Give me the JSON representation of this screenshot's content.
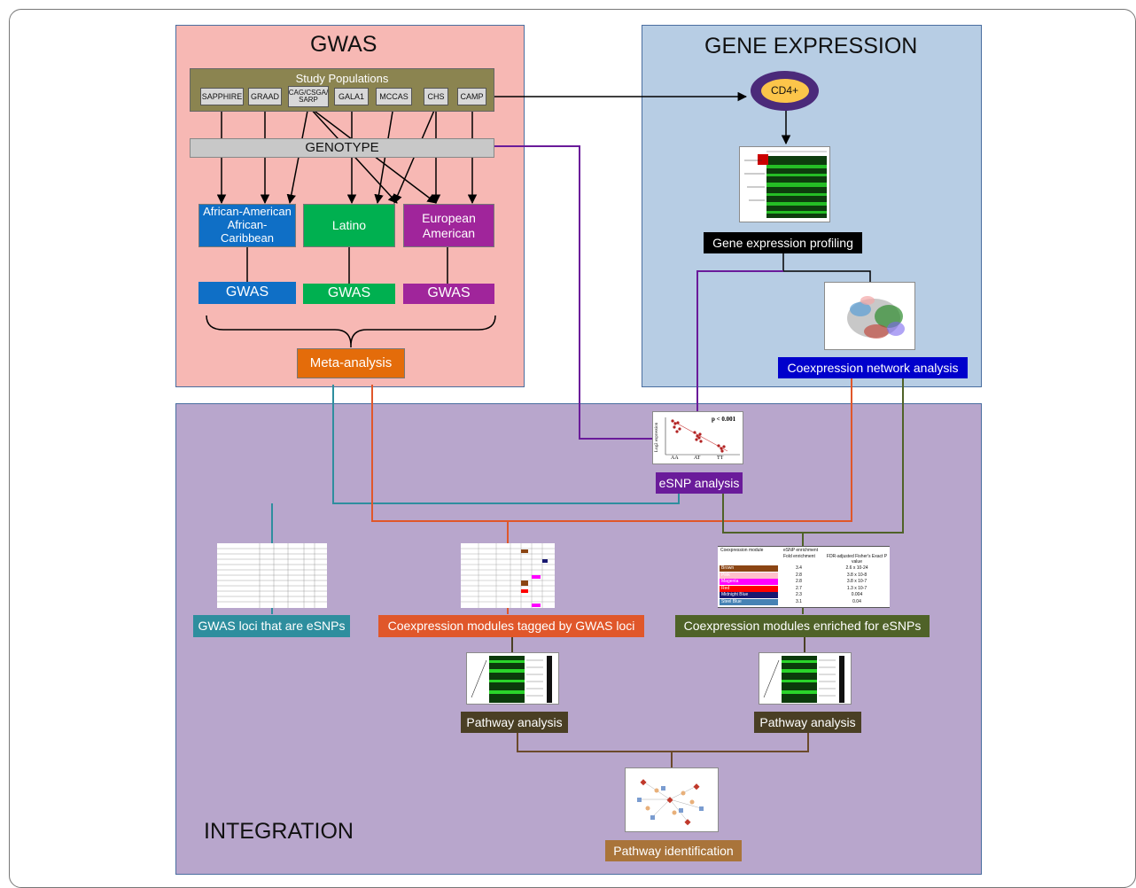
{
  "panels": {
    "gwas": {
      "title": "GWAS"
    },
    "gene_expression": {
      "title": "GENE EXPRESSION"
    },
    "integration": {
      "title": "INTEGRATION"
    }
  },
  "study_populations": {
    "title": "Study Populations",
    "items": [
      "SAPPHIRE",
      "GRAAD",
      "CAG/CSGA/ SARP",
      "GALA1",
      "MCCAS",
      "CHS",
      "CAMP"
    ]
  },
  "genotype": "GENOTYPE",
  "ancestry_groups": [
    {
      "label": "African-American African-Caribbean",
      "color": "#0f6fc6"
    },
    {
      "label": "Latino",
      "color": "#00b050"
    },
    {
      "label": "European American",
      "color": "#a0259b"
    }
  ],
  "gwas_boxes": [
    "GWAS",
    "GWAS",
    "GWAS"
  ],
  "meta_analysis": "Meta-analysis",
  "cd4": "CD4+",
  "gene_expression_profiling": "Gene expression profiling",
  "coexpression_network_analysis": "Coexpression network analysis",
  "esnp_analysis": "eSNP analysis",
  "esnp_plot": {
    "pvalue": "p < 0.001",
    "ylabel": "Log2 expression",
    "categories": [
      "AA",
      "AT",
      "TT"
    ]
  },
  "gwas_loci_esnps": "GWAS loci that are eSNPs",
  "coexpression_tagged": "Coexpression modules tagged by GWAS loci",
  "coexpression_enriched": "Coexpression modules enriched for eSNPs",
  "pathway_analysis_left": "Pathway analysis",
  "pathway_analysis_right": "Pathway analysis",
  "pathway_identification": "Pathway identification",
  "enrichment_table": {
    "headers": [
      "Coexpression module",
      "eSNP enrichment",
      "Fold enrichment",
      "FDR-adjusted Fisher's Exact P value"
    ],
    "rows": [
      {
        "module": "Brown",
        "fold": "3.4",
        "p": "2.6 x 10-24",
        "color": "#8b4513"
      },
      {
        "module": "Pink",
        "fold": "2.8",
        "p": "3.8 x 10-8",
        "color": "#ffc0cb"
      },
      {
        "module": "Magenta",
        "fold": "2.8",
        "p": "3.8 x 10-7",
        "color": "#ff00ff"
      },
      {
        "module": "Red",
        "fold": "2.7",
        "p": "1.3 x 10-7",
        "color": "#ff0000"
      },
      {
        "module": "Midnight Blue",
        "fold": "2.3",
        "p": "0.004",
        "color": "#191970"
      },
      {
        "module": "Steel Blue",
        "fold": "3.1",
        "p": "0.04",
        "color": "#4682b4"
      }
    ]
  },
  "colors": {
    "gwas_panel": "#f7b8b4",
    "gene_expression_panel": "#b7cde4",
    "integration_panel": "#b8a6cc",
    "study_populations": "#8b8450",
    "meta_analysis": "#e46c0a",
    "label_black": "#000000",
    "label_blue": "#0000cc",
    "esnp_purple": "#6a1b9a",
    "teal": "#2e8e9e",
    "orange_red": "#e0572a",
    "olive": "#4f6228",
    "brown": "#4a3f24",
    "pathway_id": "#a9743a"
  }
}
